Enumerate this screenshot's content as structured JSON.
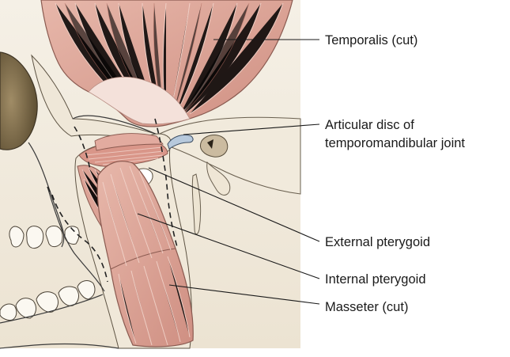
{
  "labels": {
    "temporalis": "Temporalis (cut)",
    "articular_disc_line1": "Articular disc of",
    "articular_disc_line2": "temporomandibular joint",
    "external_pterygoid": "External pterygoid",
    "internal_pterygoid": "Internal pterygoid",
    "masseter": "Masseter (cut)"
  },
  "colors": {
    "bone": "#f3ede2",
    "bone_shade": "#e4dac8",
    "muscle": "#dca396",
    "muscle_dark": "#c9857a",
    "muscle_light": "#ecc4b8",
    "orbit": "#7a6a4a",
    "disc": "#b7c9dc"
  }
}
